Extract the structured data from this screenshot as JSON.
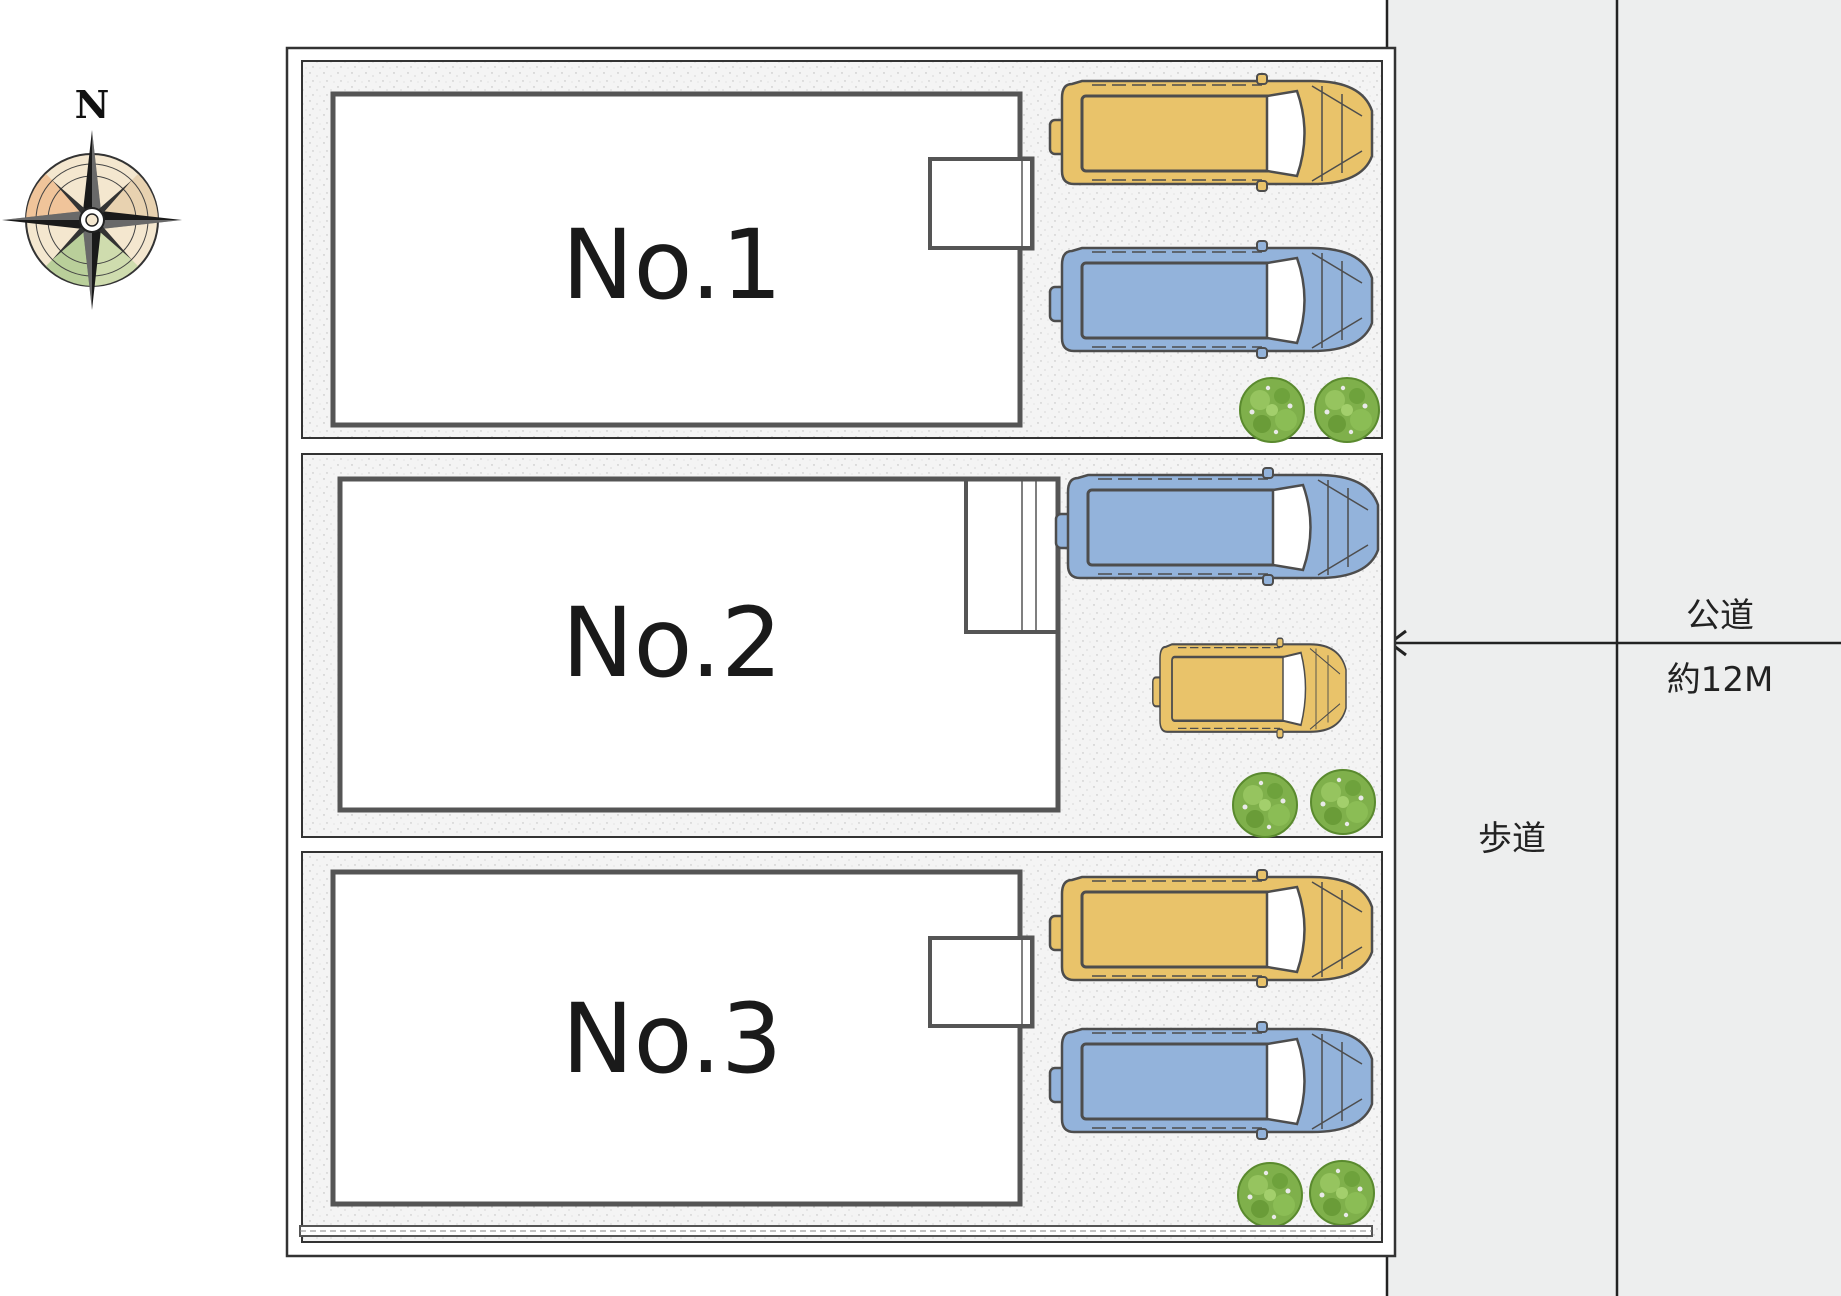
{
  "north_label": "N",
  "lots": [
    {
      "label": "No.1"
    },
    {
      "label": "No.2"
    },
    {
      "label": "No.3"
    }
  ],
  "road": {
    "name": "公道",
    "width": "約12M"
  },
  "sidewalk": {
    "name": "歩道"
  },
  "colors": {
    "car_yellow": "#E9C36A",
    "car_blue": "#93B3DB",
    "car_outline": "#4d4d4d",
    "road_gray": "#EDEEEE",
    "gravel": "#F3F3F3",
    "building_outline": "#555555",
    "tree_green": "#7FB04B"
  },
  "icons": [
    "compass-rose-icon",
    "car-icon",
    "tree-icon",
    "arrow-left-icon"
  ]
}
